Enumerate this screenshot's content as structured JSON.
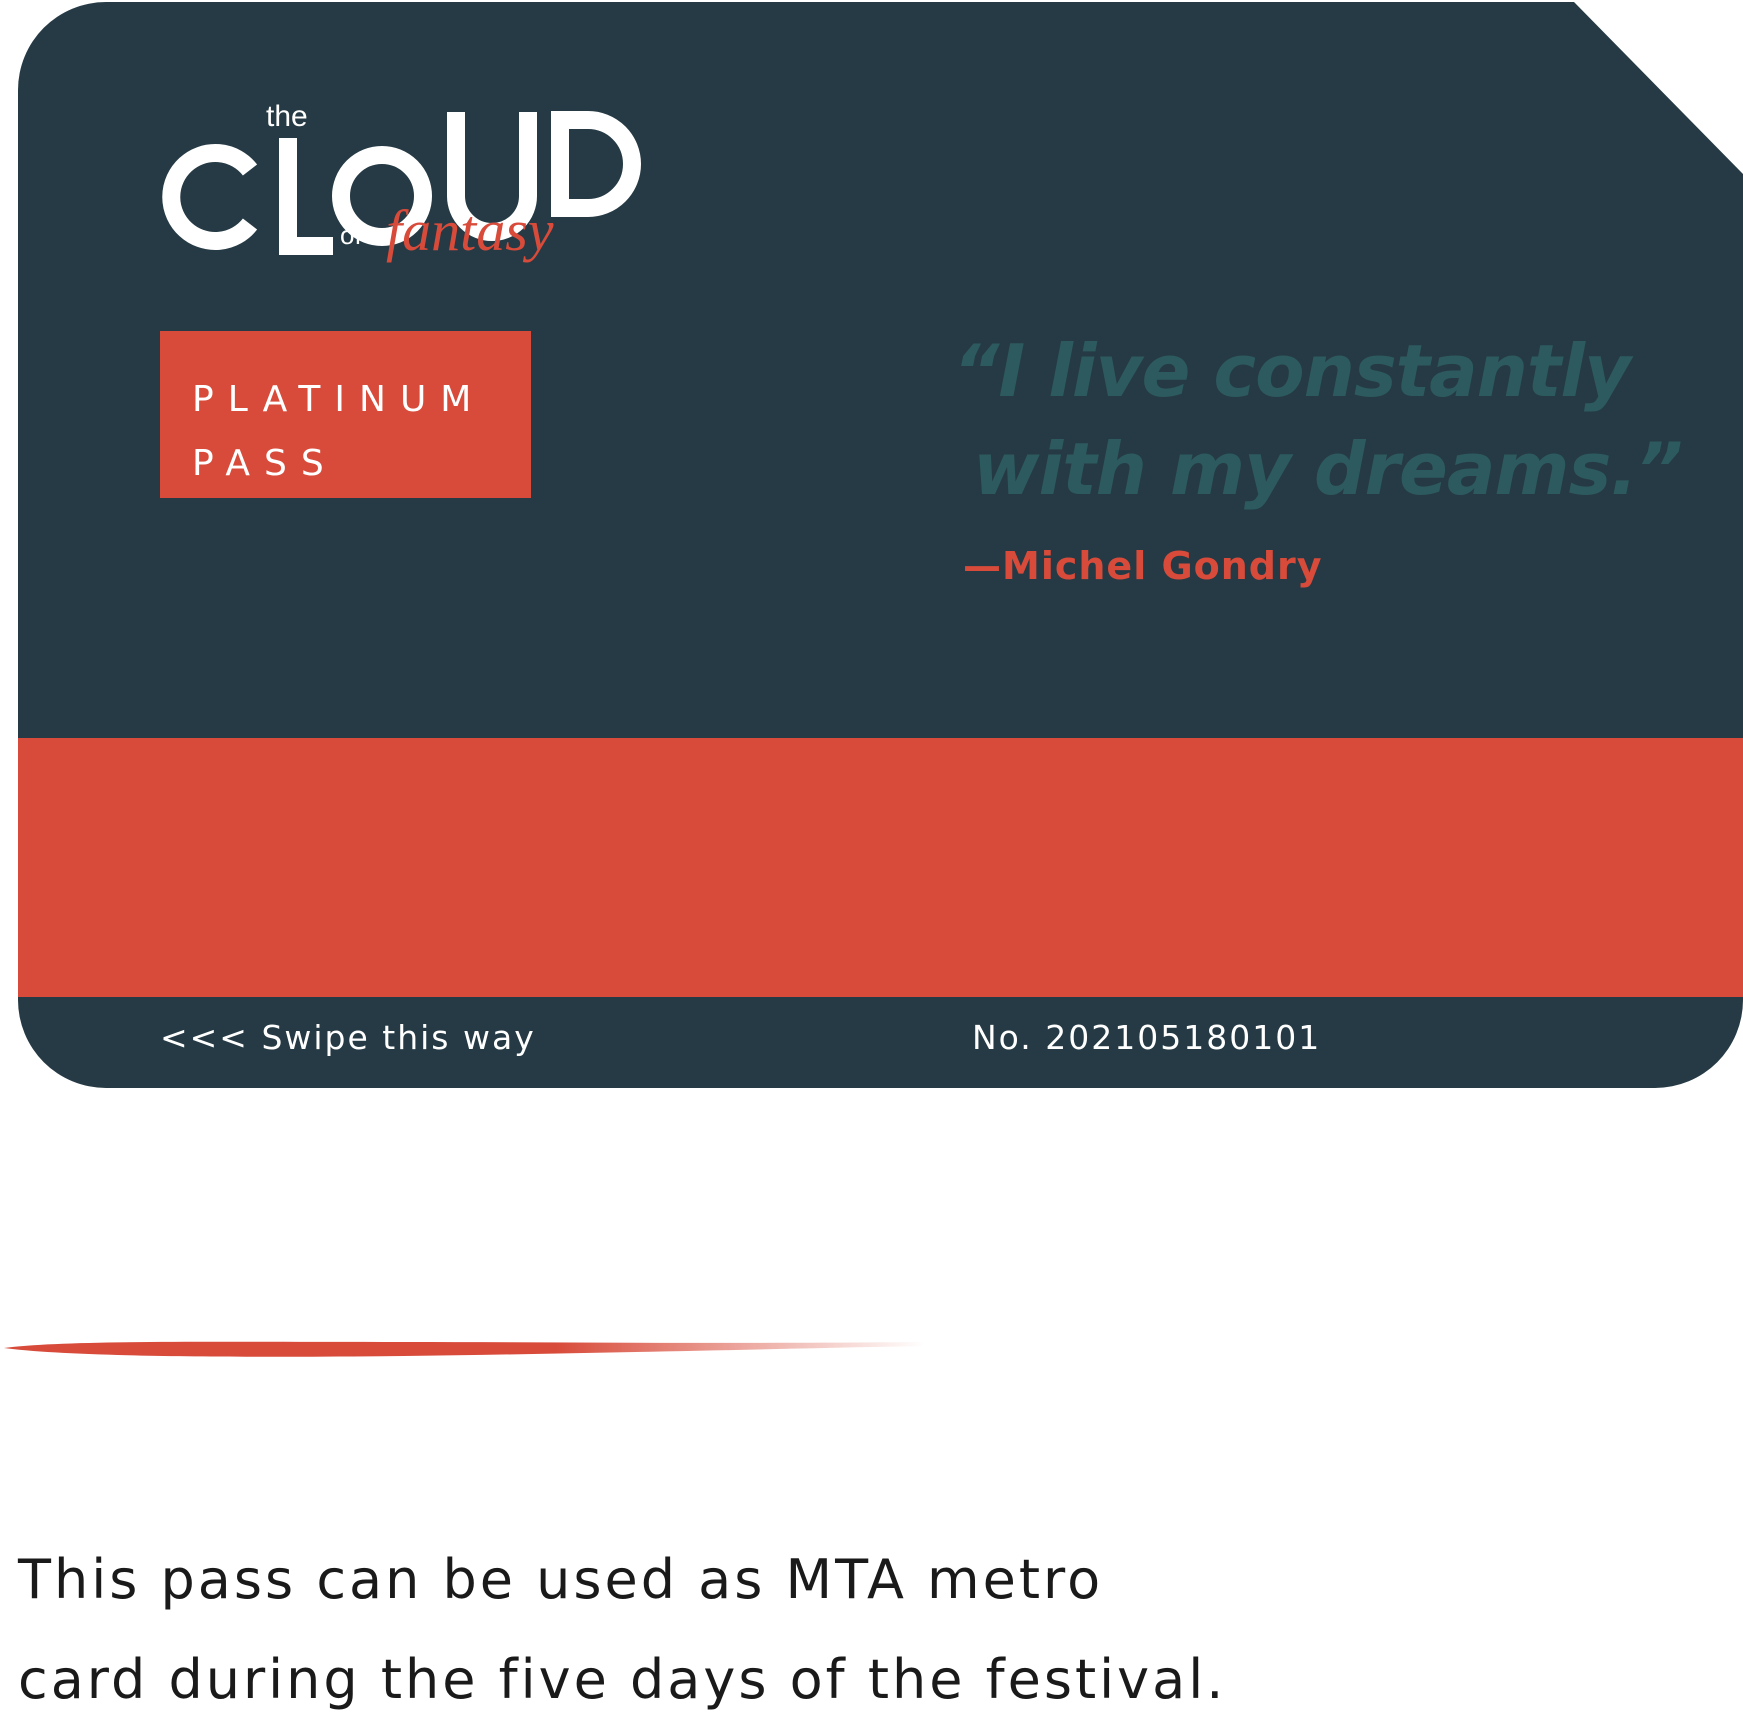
{
  "card": {
    "logo": {
      "word_the": "the",
      "word_cloud": "CLOUD",
      "word_of": "of",
      "word_fantasy": "fantasy"
    },
    "badge": {
      "line1": "PLATINUM",
      "line2": "PASS"
    },
    "quote": {
      "line1": "“I live constantly",
      "line2": "with my dreams.”",
      "author": "—Michel Gondry"
    },
    "footer": {
      "swipe": "<<< Swipe this way",
      "serial": "No. 202105180101"
    }
  },
  "caption": {
    "line1": "This pass can be used as MTA metro",
    "line2": "card during the five days of the festival."
  },
  "colors": {
    "navy": "#253a44",
    "coral": "#d84b3a",
    "teal": "#2d5a5e",
    "white": "#ffffff",
    "text": "#1a1a1a"
  }
}
